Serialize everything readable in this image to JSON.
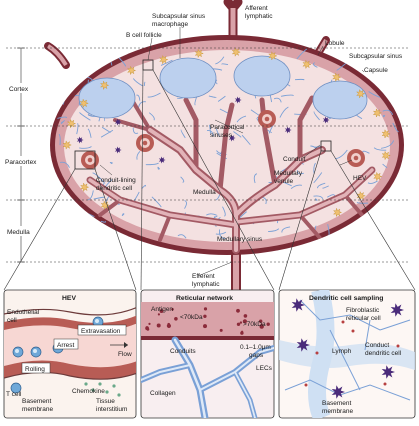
{
  "labels": {
    "afferent_lymphatic": [
      "Afferent",
      "lymphatic"
    ],
    "subcapsular_macrophage": [
      "Subcapsular sinus",
      "macrophage"
    ],
    "b_cell_follicle": "B cell follicle",
    "lobule": "Lobule",
    "subcapsular_sinus": "Subcapsular sinus",
    "capsule": "Capsule",
    "cortex": "Cortex",
    "paracortex": "Paracortex",
    "medulla_side": "Medulla",
    "paracortical_sinuses": [
      "Paracortical",
      "sinuses"
    ],
    "conduit": "Conduit",
    "conduit_lining_dc": [
      "Conduit-lining",
      "dendritic cell"
    ],
    "medullary_venule": [
      "Medullary",
      "venule"
    ],
    "hev": "HEV",
    "medulla_center": "Medulla",
    "medullary_sinus": "Medullary sinus",
    "efferent_lymphatic": [
      "Efferent",
      "lymphatic"
    ]
  },
  "panels": {
    "hev": {
      "title": "HEV",
      "labels": {
        "endothelial_cell": [
          "Endothelial",
          "cell"
        ],
        "extravasation": "Extravasation",
        "arrest": "Arrest",
        "flow": "Flow",
        "rolling": "Rolling",
        "chemokine": "Chemokine",
        "t_cell": "T cell",
        "basement_membrane": [
          "Basement",
          "membrane"
        ],
        "tissue_interstitium": [
          "Tissue",
          "interstitium"
        ]
      }
    },
    "reticular": {
      "title": "Reticular network",
      "labels": {
        "antigen": "Antigen",
        "lt70": "<70kDa",
        "gt70": ">70kDa",
        "conduits": "Conduits",
        "gaps": [
          "0.1–1.0μm",
          "gaps"
        ],
        "lecs": "LECs",
        "collagen": "Collagen"
      }
    },
    "dc": {
      "title": "Dendritic cell sampling",
      "labels": {
        "frc": [
          "Fibroblastic",
          "reticular cell"
        ],
        "lymph": "Lymph",
        "conduct_dc": [
          "Conduct",
          "dendritic cell"
        ],
        "basement_membrane": [
          "Basement",
          "membrane"
        ]
      }
    }
  },
  "colors": {
    "capsule": "#7a2a35",
    "tissue": "#f2dada",
    "sinus": "#d9a2a8",
    "follicle": "#bcd0ee",
    "reticular": "#7aa0d6",
    "hev": "#b85c55",
    "dc": "#4a2b7a",
    "macrophage": "#f0c070"
  }
}
